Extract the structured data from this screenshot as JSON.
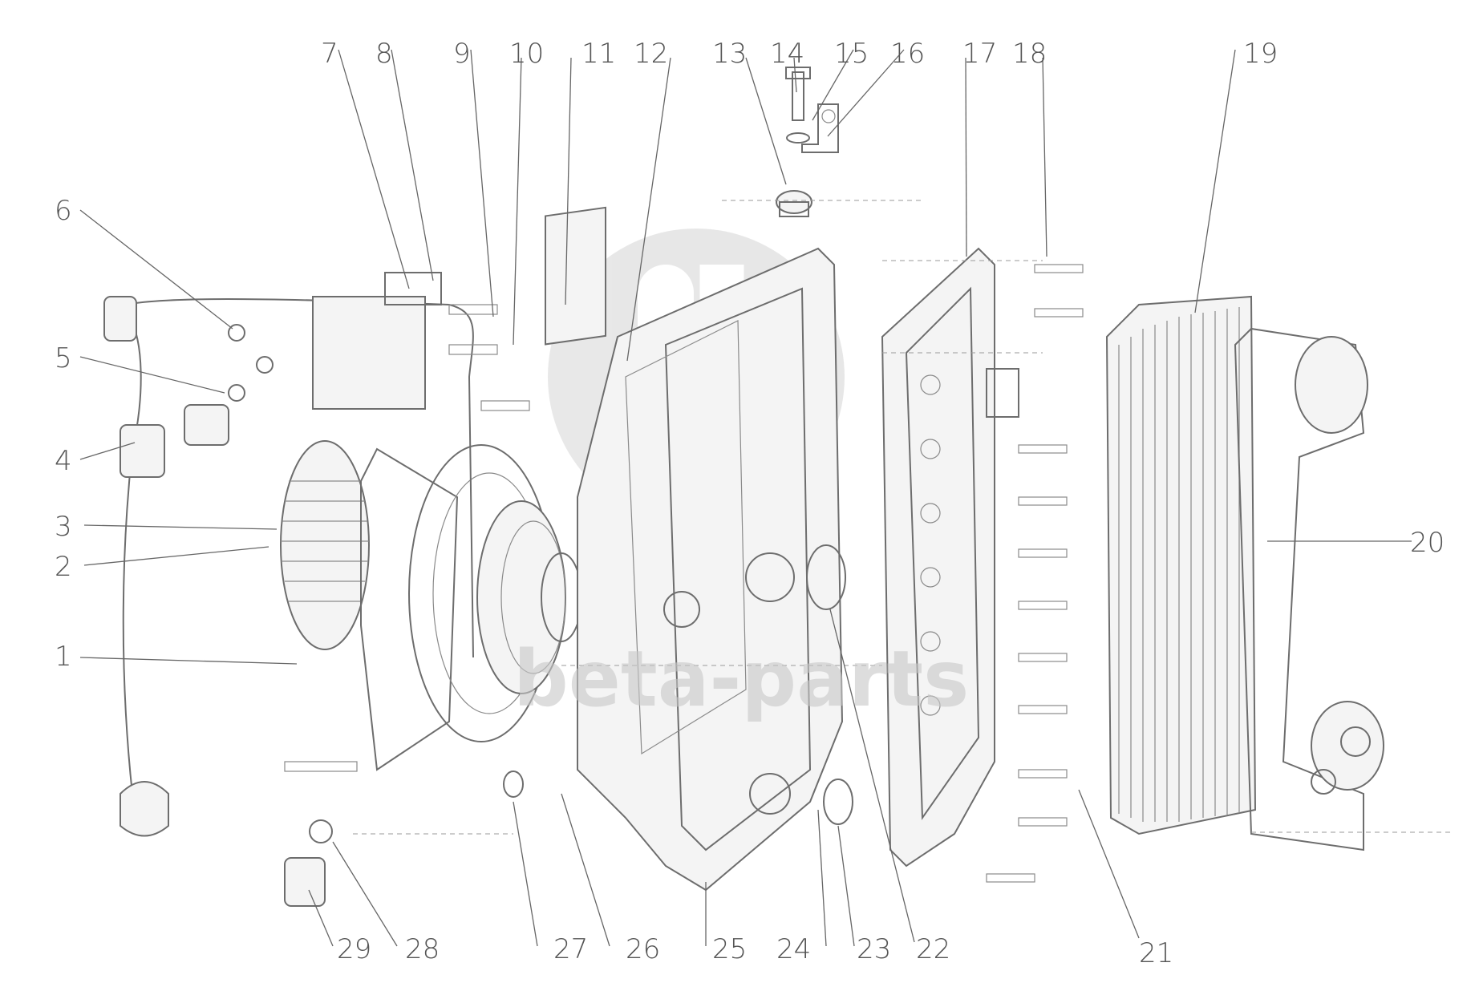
{
  "diagram": {
    "callouts": [
      {
        "id": "1",
        "label": "1"
      },
      {
        "id": "2",
        "label": "2"
      },
      {
        "id": "3",
        "label": "3"
      },
      {
        "id": "4",
        "label": "4"
      },
      {
        "id": "5",
        "label": "5"
      },
      {
        "id": "6",
        "label": "6"
      },
      {
        "id": "7",
        "label": "7"
      },
      {
        "id": "8",
        "label": "8"
      },
      {
        "id": "9",
        "label": "9"
      },
      {
        "id": "10",
        "label": "10"
      },
      {
        "id": "11",
        "label": "11"
      },
      {
        "id": "12",
        "label": "12"
      },
      {
        "id": "13",
        "label": "13"
      },
      {
        "id": "14",
        "label": "14"
      },
      {
        "id": "15",
        "label": "15"
      },
      {
        "id": "16",
        "label": "16"
      },
      {
        "id": "17",
        "label": "17"
      },
      {
        "id": "18",
        "label": "18"
      },
      {
        "id": "19",
        "label": "19"
      },
      {
        "id": "20",
        "label": "20"
      },
      {
        "id": "21",
        "label": "21"
      },
      {
        "id": "22",
        "label": "22"
      },
      {
        "id": "23",
        "label": "23"
      },
      {
        "id": "24",
        "label": "24"
      },
      {
        "id": "25",
        "label": "25"
      },
      {
        "id": "26",
        "label": "26"
      },
      {
        "id": "27",
        "label": "27"
      },
      {
        "id": "28",
        "label": "28"
      },
      {
        "id": "29",
        "label": "29"
      }
    ]
  },
  "watermark": {
    "text": "beta-parts",
    "logo": "gb"
  }
}
